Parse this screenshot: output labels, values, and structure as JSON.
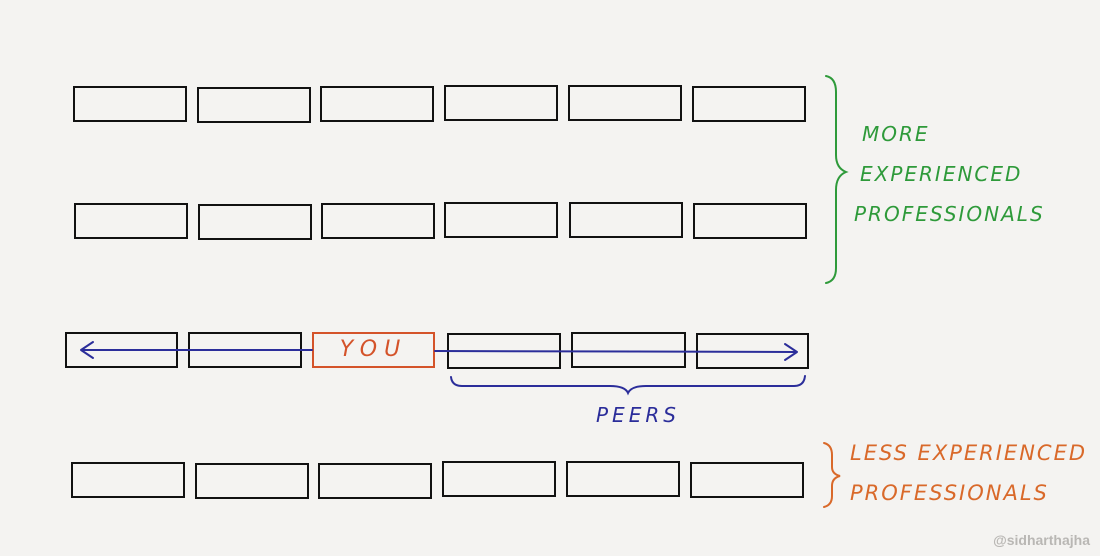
{
  "diagram": {
    "you_label": "YOU",
    "peers_label": "PEERS",
    "more_experienced": [
      "MORE",
      "EXPERIENCED",
      "PROFESSIONALS"
    ],
    "less_experienced": [
      "LESS EXPERIENCED",
      "PROFESSIONALS"
    ],
    "watermark": "@sidharthajha"
  },
  "colors": {
    "background": "#f4f3f1",
    "box_stroke": "#111111",
    "you_accent": "#d4532a",
    "arrow": "#2b2d9a",
    "more_experienced": "#2e9a3a",
    "less_experienced": "#d9692a"
  }
}
